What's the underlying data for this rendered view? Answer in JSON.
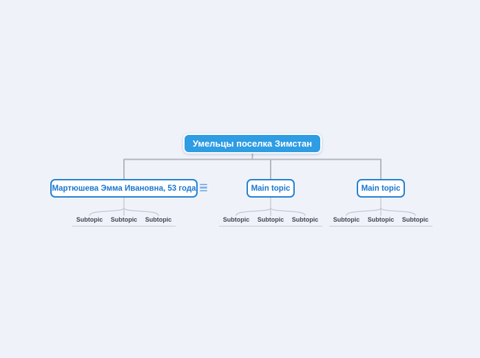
{
  "mindmap": {
    "root": {
      "label": "Умельцы поселка Зимстан"
    },
    "branches": [
      {
        "label": "Мартюшева Эмма Ивановна, 53 года",
        "menu_icon": "hamburger-menu-icon",
        "subtopics": [
          "Subtopic",
          "Subtopic",
          "Subtopic"
        ]
      },
      {
        "label": "Main topic",
        "subtopics": [
          "Subtopic",
          "Subtopic",
          "Subtopic"
        ]
      },
      {
        "label": "Main topic",
        "subtopics": [
          "Subtopic",
          "Subtopic",
          "Subtopic"
        ]
      }
    ]
  },
  "colors": {
    "bg": "#f0f2fa",
    "root_fill": "#2e9de3",
    "root_text": "#ffffff",
    "main_fill": "#ffffff",
    "main_border": "#2080d0",
    "main_text": "#1976cf",
    "connector": "#b3b6bc",
    "branch": "#c3c7cf",
    "sub_text": "#3f4450",
    "sub_line": "#c6cad3",
    "menu_icon": "#85b5e9"
  }
}
